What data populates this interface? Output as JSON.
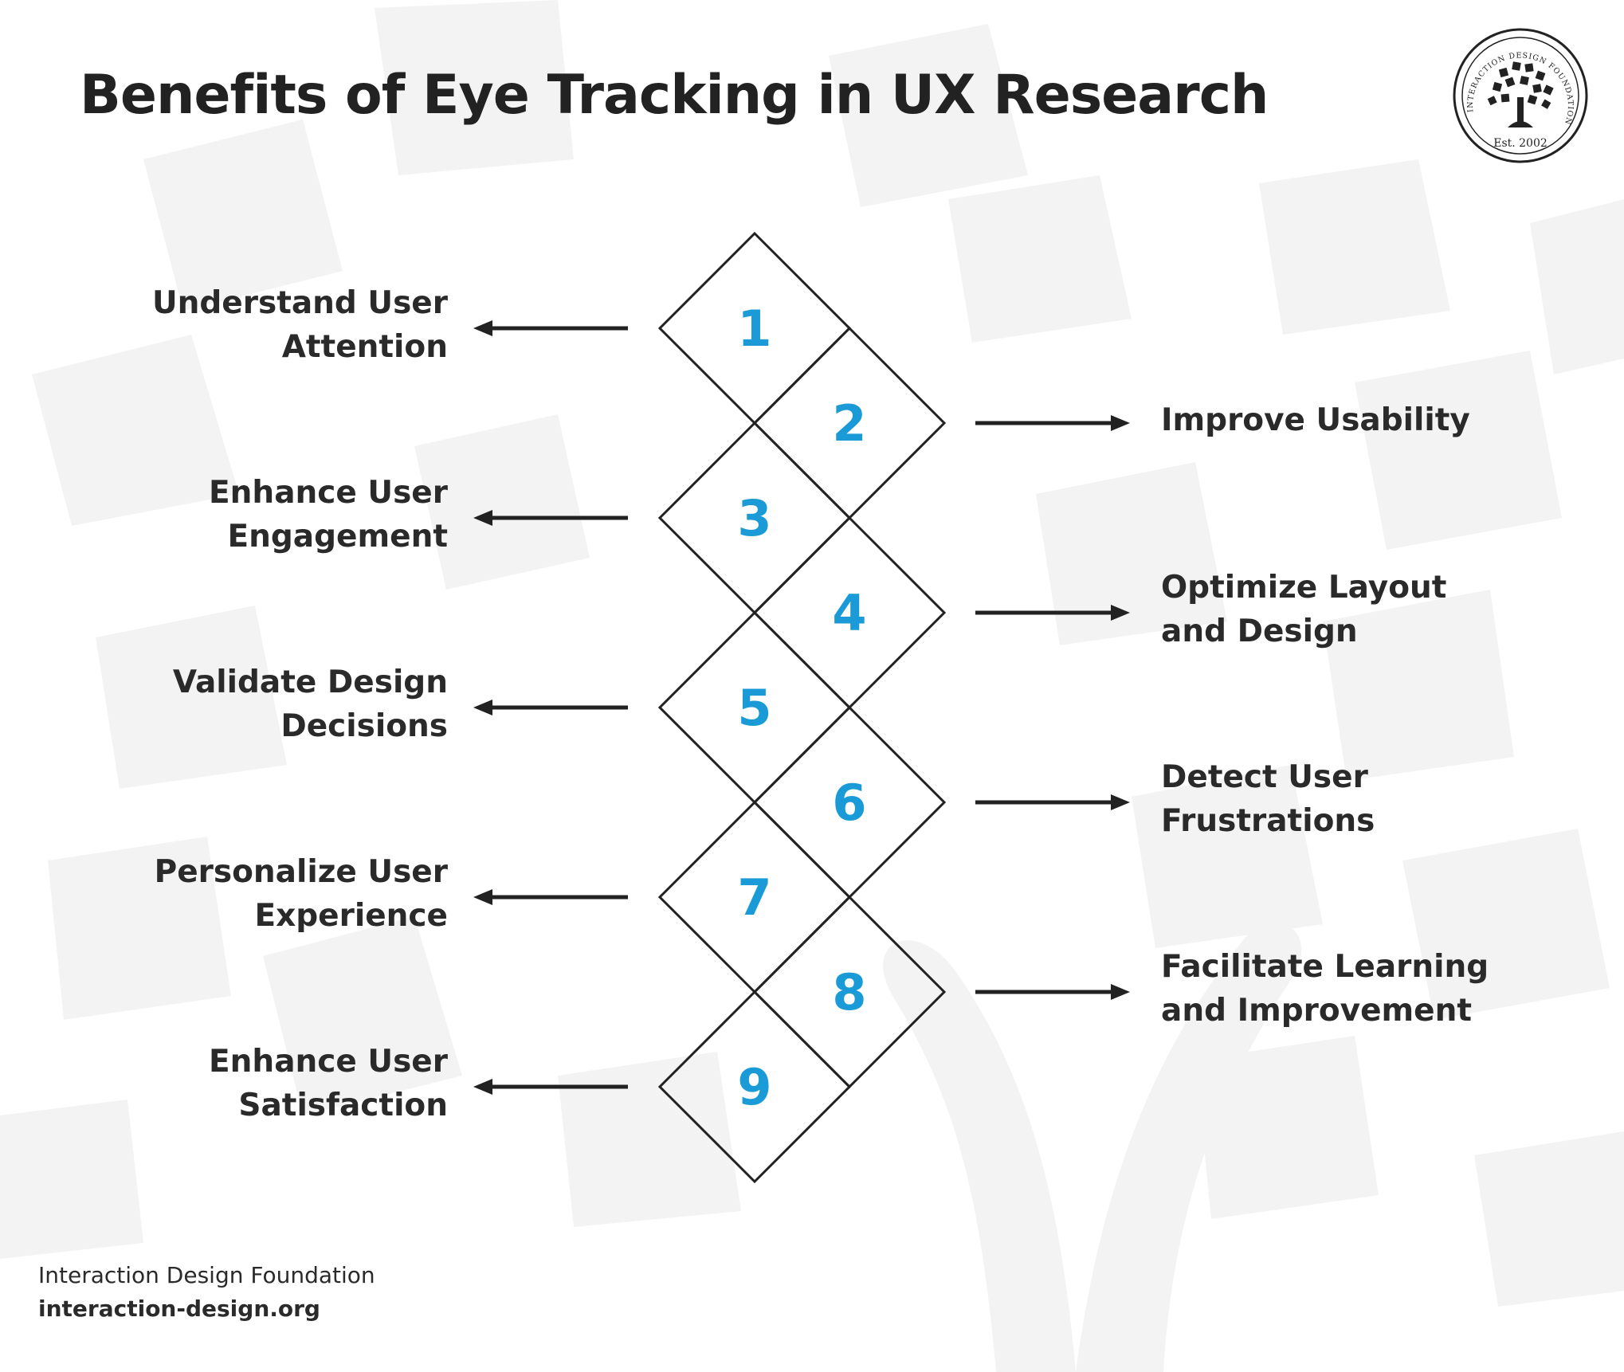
{
  "title": "Benefits of Eye Tracking in UX Research",
  "logo": {
    "ring_text": "INTERACTION DESIGN FOUNDATION",
    "est": "Est. 2002"
  },
  "steps": [
    {
      "number": "1",
      "label": "Understand User Attention",
      "side": "left"
    },
    {
      "number": "2",
      "label": "Improve Usability",
      "side": "right"
    },
    {
      "number": "3",
      "label": "Enhance User Engagement",
      "side": "left"
    },
    {
      "number": "4",
      "label": "Optimize Layout and Design",
      "side": "right"
    },
    {
      "number": "5",
      "label": "Validate Design Decisions",
      "side": "left"
    },
    {
      "number": "6",
      "label": "Detect User Frustrations",
      "side": "right"
    },
    {
      "number": "7",
      "label": "Personalize User Experience",
      "side": "left"
    },
    {
      "number": "8",
      "label": "Facilitate Learning and Improvement",
      "side": "right"
    },
    {
      "number": "9",
      "label": "Enhance User Satisfaction",
      "side": "left"
    }
  ],
  "footer": {
    "org": "Interaction Design Foundation",
    "url": "interaction-design.org"
  },
  "colors": {
    "number": "#1a9ad6",
    "text": "#222222",
    "background_pattern": "#f2f2f2"
  }
}
